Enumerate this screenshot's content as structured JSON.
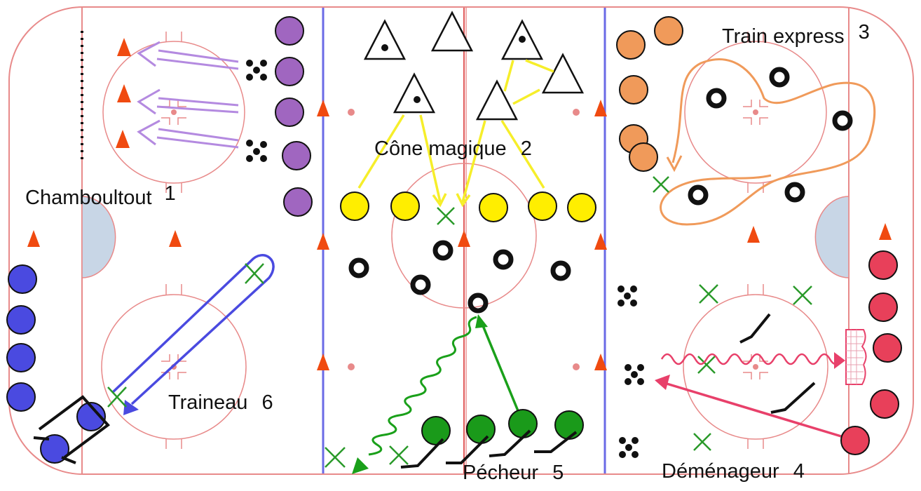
{
  "stations": {
    "s1": {
      "name": "Chamboultout",
      "number": "1"
    },
    "s2": {
      "name": "Cône magique",
      "number": "2"
    },
    "s3": {
      "name": "Train express",
      "number": "3"
    },
    "s4": {
      "name": "Déménageur",
      "number": "4"
    },
    "s5": {
      "name": "Pécheur",
      "number": "5"
    },
    "s6": {
      "name": "Traineau",
      "number": "6"
    }
  },
  "colors": {
    "rink_line": "#e88a8a",
    "blue_line": "#6a6ae6",
    "red_line": "#e05a5a",
    "crease": "#c8d6e6",
    "cone": "#f04a10",
    "purple": "#a066c0",
    "yellow": "#ffee00",
    "orange": "#f09a5a",
    "blue": "#4a4ae0",
    "green": "#1a9a1a",
    "red": "#e8405a",
    "arrow_purple": "#b48ae0",
    "arrow_yellow": "#f6ee2a",
    "arrow_orange": "#f09a5a",
    "arrow_green": "#1aa01a",
    "arrow_red": "#e8406a",
    "arrow_blue": "#4a4ae0",
    "x_mark": "#2a9a2a"
  },
  "icons": [
    "cone-icon",
    "triangle-cone-icon",
    "ring-icon",
    "puck-cluster-icon",
    "x-marker-icon",
    "stick-icon",
    "net-icon",
    "player-disc-icon"
  ]
}
